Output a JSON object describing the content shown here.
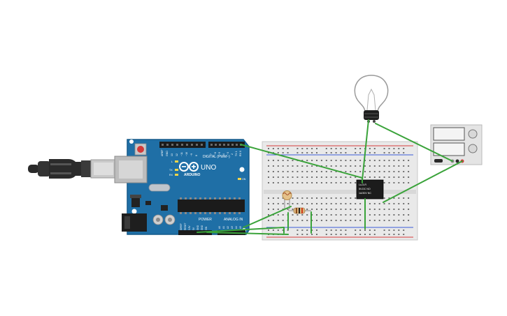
{
  "arduino": {
    "brand": "ARDUINO",
    "model": "UNO",
    "digital_label": "DIGITAL (PWM~)",
    "power_label": "POWER",
    "analog_label": "ANALOG IN",
    "tx_label": "TX",
    "rx_label": "RX",
    "l_label": "L",
    "on_label": "ON",
    "pin_top": [
      "AREF",
      "GND",
      "13",
      "12",
      "~11",
      "~10",
      "~9",
      "8",
      "7",
      "~6",
      "~5",
      "4",
      "~3",
      "2",
      "TX 1",
      "RX 0"
    ],
    "pin_power": [
      "IOREF",
      "RESET",
      "3.3V",
      "5V",
      "GND",
      "GND",
      "VIN"
    ],
    "pin_analog": [
      "A0",
      "A1",
      "A2",
      "A3",
      "A4",
      "A5"
    ]
  },
  "relay": {
    "lines": [
      "Lu-5-R",
      "5V.DC  NO",
      "1A/30V  NC"
    ]
  },
  "colors": {
    "board": "#1f6fa6",
    "board_dark": "#155a8a",
    "wire": "#3aa33a",
    "breadboard": "#e9e9e9",
    "rail_red": "#d63a3a",
    "rail_blue": "#3a5ad6",
    "usb_cable": "#2a2a2a"
  },
  "icons": {
    "bulb": "lightbulb-icon",
    "power_supply": "power-supply-icon",
    "photoresistor": "photoresistor-icon",
    "resistor": "resistor-icon"
  }
}
